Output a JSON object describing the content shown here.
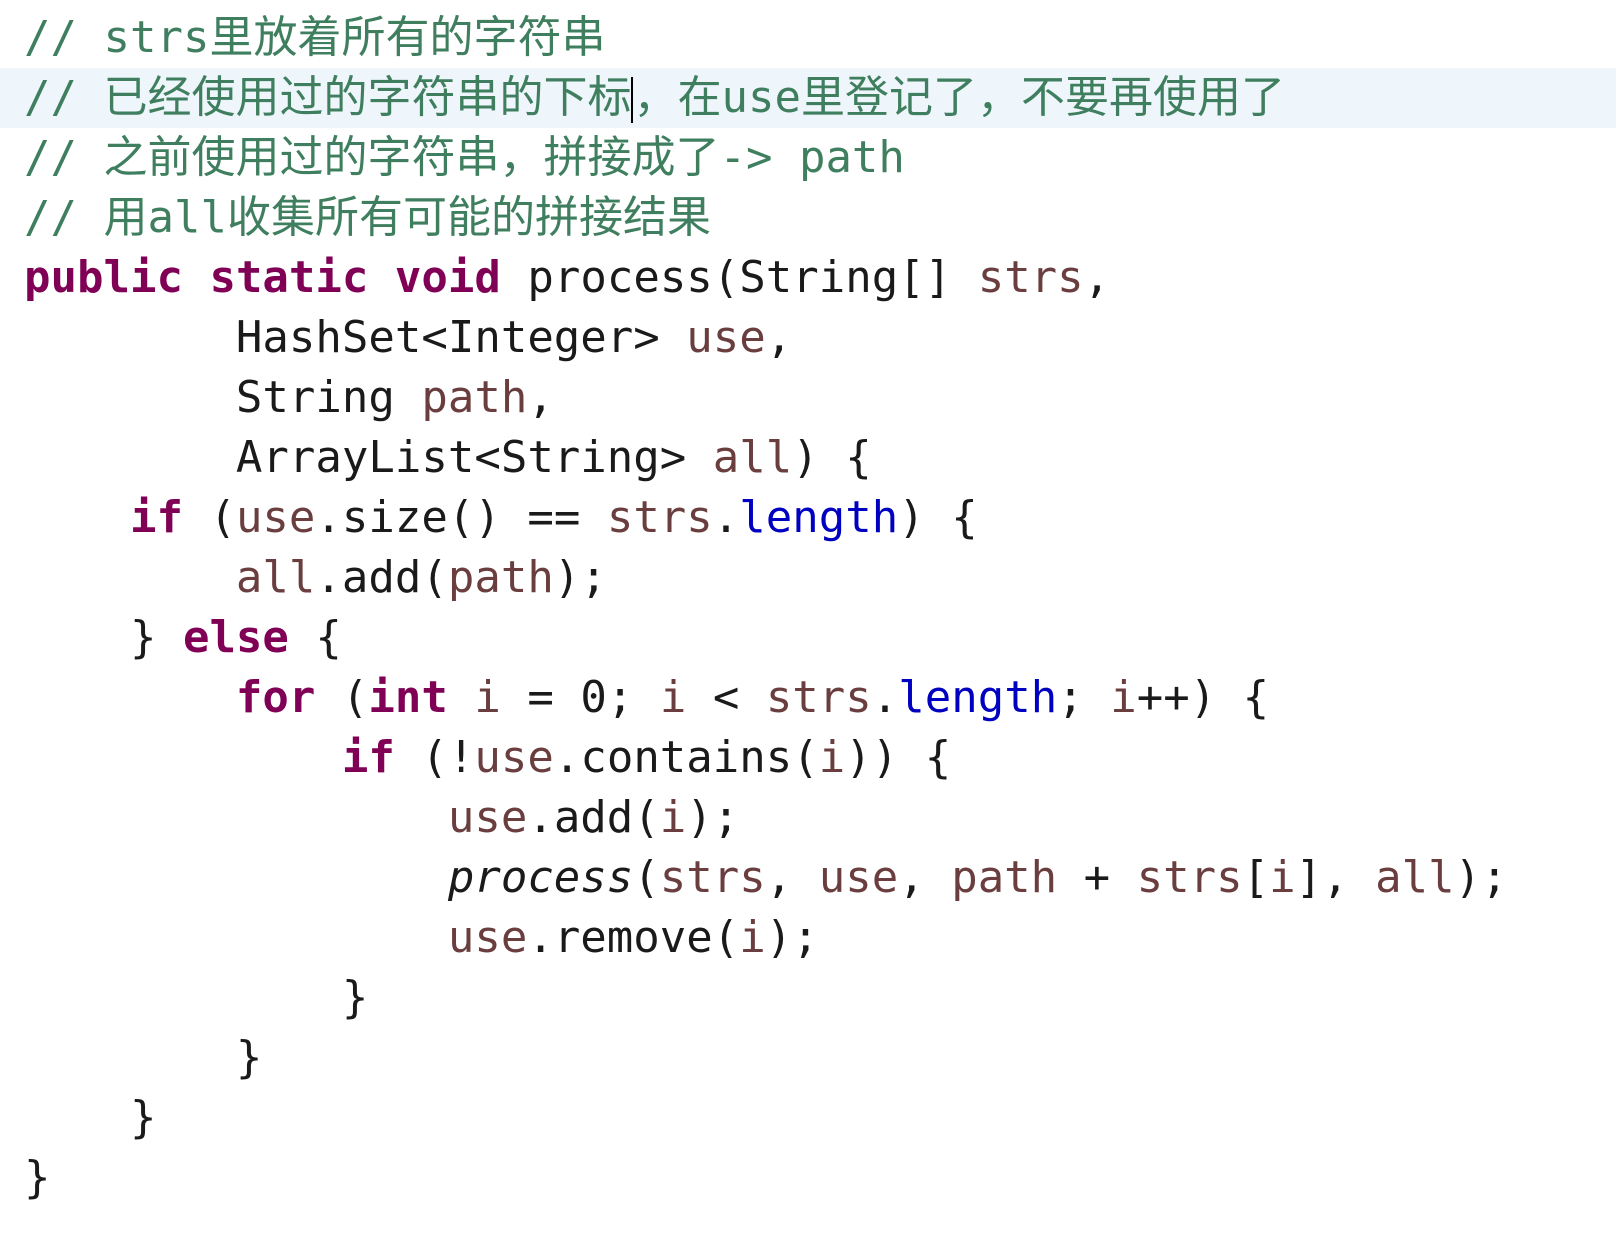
{
  "editor": {
    "lines": [
      {
        "tokens": [
          {
            "text": "// ",
            "style": "cmt"
          },
          {
            "text": "strs",
            "style": "cmt"
          },
          {
            "text": "里放着所有的字符串",
            "style": "cmt-cn"
          }
        ]
      },
      {
        "current": true,
        "tokens": [
          {
            "text": "// ",
            "style": "cmt"
          },
          {
            "text": "已经使用过的字符串的下标",
            "style": "cmt-cn"
          },
          {
            "text": "",
            "style": "caret"
          },
          {
            "text": "，在",
            "style": "cmt-cn"
          },
          {
            "text": "use",
            "style": "cmt"
          },
          {
            "text": "里登记了，不要再使用了",
            "style": "cmt-cn"
          }
        ]
      },
      {
        "tokens": [
          {
            "text": "// ",
            "style": "cmt"
          },
          {
            "text": "之前使用过的字符串，拼接成了",
            "style": "cmt-cn"
          },
          {
            "text": "-> path",
            "style": "cmt"
          }
        ]
      },
      {
        "tokens": [
          {
            "text": "// ",
            "style": "cmt"
          },
          {
            "text": "用",
            "style": "cmt-cn"
          },
          {
            "text": "all",
            "style": "cmt"
          },
          {
            "text": "收集所有可能的拼接结果",
            "style": "cmt-cn"
          }
        ]
      },
      {
        "tokens": [
          {
            "text": "public",
            "style": "kw"
          },
          {
            "text": " ",
            "style": ""
          },
          {
            "text": "static",
            "style": "kw"
          },
          {
            "text": " ",
            "style": ""
          },
          {
            "text": "void",
            "style": "kw"
          },
          {
            "text": " process(String[] ",
            "style": ""
          },
          {
            "text": "strs",
            "style": "param"
          },
          {
            "text": ",",
            "style": ""
          }
        ]
      },
      {
        "tokens": [
          {
            "text": "        HashSet<Integer> ",
            "style": ""
          },
          {
            "text": "use",
            "style": "param"
          },
          {
            "text": ",",
            "style": ""
          }
        ]
      },
      {
        "tokens": [
          {
            "text": "        String ",
            "style": ""
          },
          {
            "text": "path",
            "style": "param"
          },
          {
            "text": ",",
            "style": ""
          }
        ]
      },
      {
        "tokens": [
          {
            "text": "        ArrayList<String> ",
            "style": ""
          },
          {
            "text": "all",
            "style": "param"
          },
          {
            "text": ") {",
            "style": ""
          }
        ]
      },
      {
        "tokens": [
          {
            "text": "    ",
            "style": ""
          },
          {
            "text": "if",
            "style": "kw"
          },
          {
            "text": " (",
            "style": ""
          },
          {
            "text": "use",
            "style": "param"
          },
          {
            "text": ".size() == ",
            "style": ""
          },
          {
            "text": "strs",
            "style": "param"
          },
          {
            "text": ".",
            "style": ""
          },
          {
            "text": "length",
            "style": "field"
          },
          {
            "text": ") {",
            "style": ""
          }
        ]
      },
      {
        "tokens": [
          {
            "text": "        ",
            "style": ""
          },
          {
            "text": "all",
            "style": "param"
          },
          {
            "text": ".add(",
            "style": ""
          },
          {
            "text": "path",
            "style": "param"
          },
          {
            "text": ");",
            "style": ""
          }
        ]
      },
      {
        "tokens": [
          {
            "text": "    } ",
            "style": ""
          },
          {
            "text": "else",
            "style": "kw"
          },
          {
            "text": " {",
            "style": ""
          }
        ]
      },
      {
        "tokens": [
          {
            "text": "        ",
            "style": ""
          },
          {
            "text": "for",
            "style": "kw"
          },
          {
            "text": " (",
            "style": ""
          },
          {
            "text": "int",
            "style": "kw"
          },
          {
            "text": " ",
            "style": ""
          },
          {
            "text": "i",
            "style": "param"
          },
          {
            "text": " = 0; ",
            "style": ""
          },
          {
            "text": "i",
            "style": "param"
          },
          {
            "text": " < ",
            "style": ""
          },
          {
            "text": "strs",
            "style": "param"
          },
          {
            "text": ".",
            "style": ""
          },
          {
            "text": "length",
            "style": "field"
          },
          {
            "text": "; ",
            "style": ""
          },
          {
            "text": "i",
            "style": "param"
          },
          {
            "text": "++) {",
            "style": ""
          }
        ]
      },
      {
        "tokens": [
          {
            "text": "            ",
            "style": ""
          },
          {
            "text": "if",
            "style": "kw"
          },
          {
            "text": " (!",
            "style": ""
          },
          {
            "text": "use",
            "style": "param"
          },
          {
            "text": ".contains(",
            "style": ""
          },
          {
            "text": "i",
            "style": "param"
          },
          {
            "text": ")) {",
            "style": ""
          }
        ]
      },
      {
        "tokens": [
          {
            "text": "                ",
            "style": ""
          },
          {
            "text": "use",
            "style": "param"
          },
          {
            "text": ".add(",
            "style": ""
          },
          {
            "text": "i",
            "style": "param"
          },
          {
            "text": ");",
            "style": ""
          }
        ]
      },
      {
        "tokens": [
          {
            "text": "                ",
            "style": ""
          },
          {
            "text": "process",
            "style": "ital"
          },
          {
            "text": "(",
            "style": ""
          },
          {
            "text": "strs",
            "style": "param"
          },
          {
            "text": ", ",
            "style": ""
          },
          {
            "text": "use",
            "style": "param"
          },
          {
            "text": ", ",
            "style": ""
          },
          {
            "text": "path",
            "style": "param"
          },
          {
            "text": " + ",
            "style": ""
          },
          {
            "text": "strs",
            "style": "param"
          },
          {
            "text": "[",
            "style": ""
          },
          {
            "text": "i",
            "style": "param"
          },
          {
            "text": "], ",
            "style": ""
          },
          {
            "text": "all",
            "style": "param"
          },
          {
            "text": ");",
            "style": ""
          }
        ]
      },
      {
        "tokens": [
          {
            "text": "                ",
            "style": ""
          },
          {
            "text": "use",
            "style": "param"
          },
          {
            "text": ".remove(",
            "style": ""
          },
          {
            "text": "i",
            "style": "param"
          },
          {
            "text": ");",
            "style": ""
          }
        ]
      },
      {
        "tokens": [
          {
            "text": "            }",
            "style": ""
          }
        ]
      },
      {
        "tokens": [
          {
            "text": "        }",
            "style": ""
          }
        ]
      },
      {
        "tokens": [
          {
            "text": "    }",
            "style": ""
          }
        ]
      },
      {
        "tokens": [
          {
            "text": "}",
            "style": ""
          }
        ]
      }
    ]
  }
}
